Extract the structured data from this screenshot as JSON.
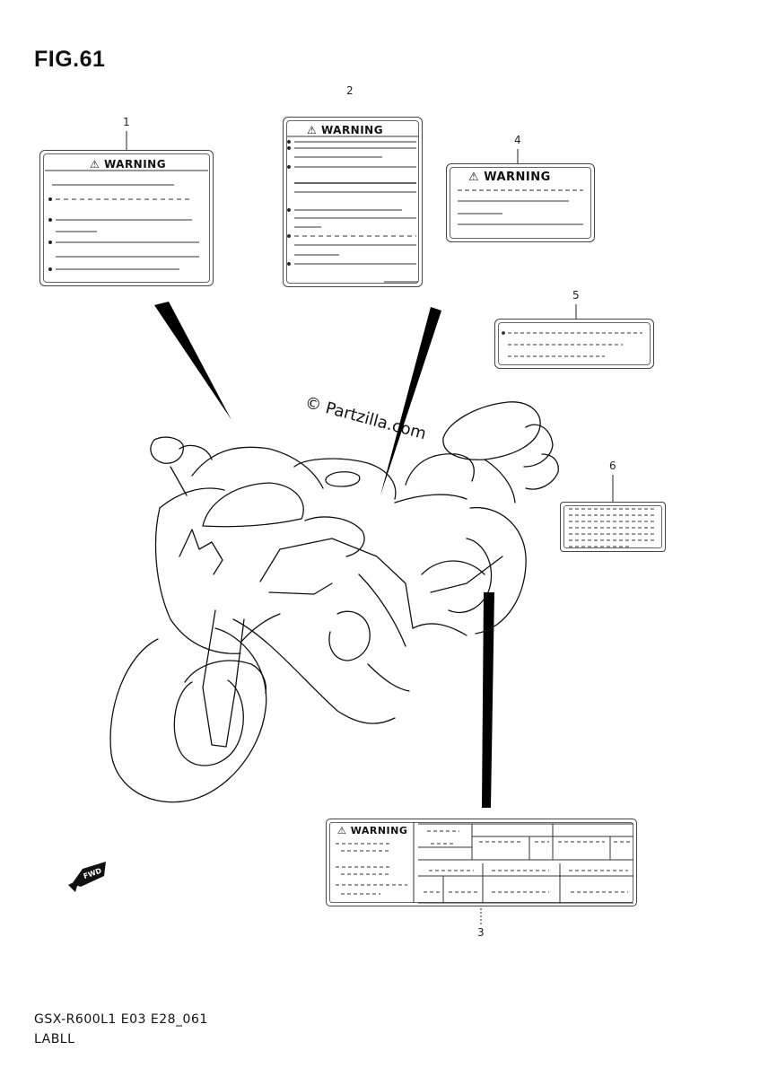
{
  "figure": {
    "title": "FIG.61",
    "watermark": "© Partzilla.com",
    "model_code": "GSX-R600L1 E03 E28_061",
    "section_label": "LABLL"
  },
  "callouts": {
    "c1": "1",
    "c2": "2",
    "c3": "3",
    "c4": "4",
    "c5": "5",
    "c6": "6"
  },
  "labels": {
    "warning_text": "WARNING"
  },
  "direction_badge": {
    "text": "FWD",
    "icon": "forward-arrow-icon"
  }
}
